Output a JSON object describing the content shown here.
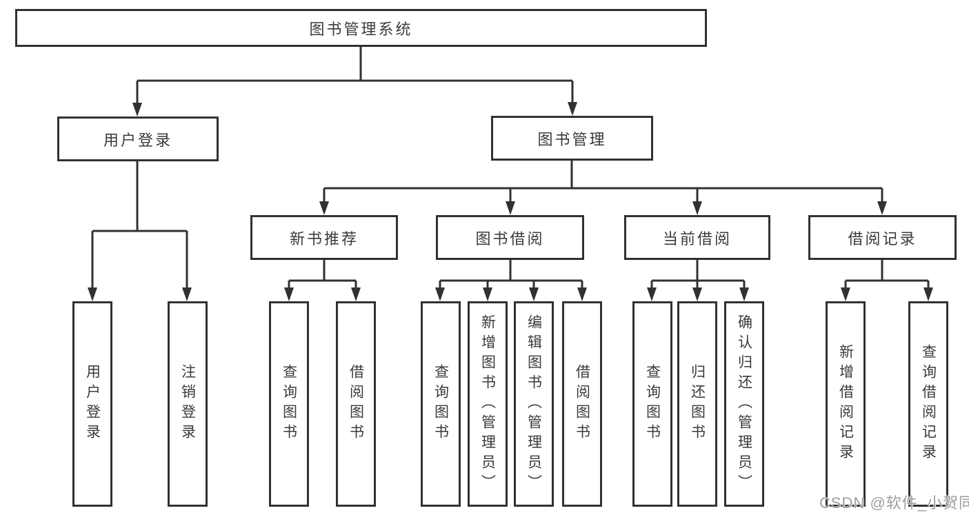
{
  "tree": {
    "root": "图书管理系统",
    "branches": [
      {
        "label": "用户登录",
        "children": [
          "用户登录",
          "注销登录"
        ]
      },
      {
        "label": "图书管理",
        "groups": [
          {
            "label": "新书推荐",
            "children": [
              "查询图书",
              "借阅图书"
            ]
          },
          {
            "label": "图书借阅",
            "children": [
              "查询图书",
              "新增图书（管理员）",
              "编辑图书（管理员）",
              "借阅图书"
            ]
          },
          {
            "label": "当前借阅",
            "children": [
              "查询图书",
              "归还图书",
              "确认归还（管理员）"
            ]
          },
          {
            "label": "借阅记录",
            "children": [
              "新增借阅记录",
              "查询借阅记录"
            ]
          }
        ]
      }
    ]
  },
  "watermark": {
    "text": "CSDN @软件_小贺同学"
  },
  "colors": {
    "line": "#313133",
    "text": "#3a3a3c",
    "box-bg": "#ffffff",
    "watermark": "#9d9da2",
    "background": "#ffffff"
  }
}
